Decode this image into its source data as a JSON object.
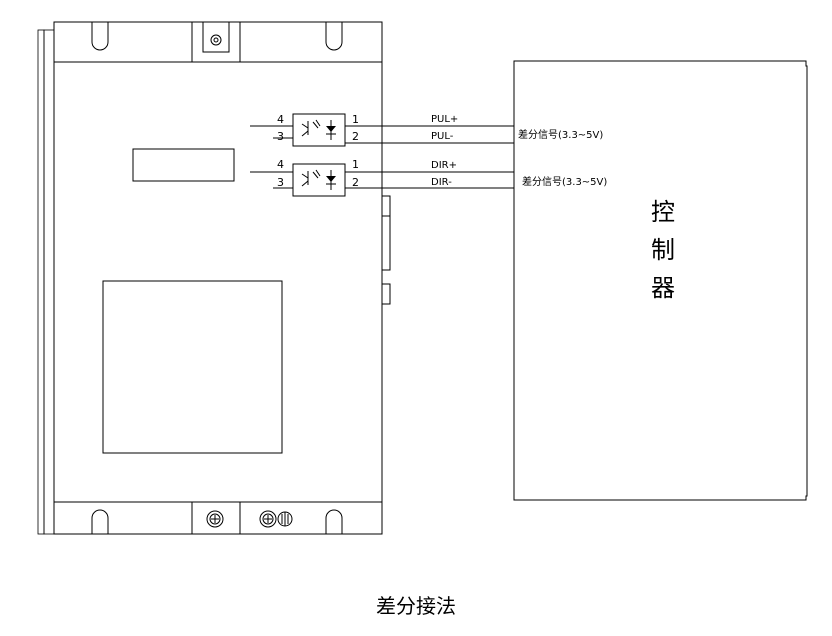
{
  "driver": {
    "channels": [
      {
        "pin_a": "4",
        "pin_b": "3",
        "pin_c": "1",
        "pin_d": "2"
      },
      {
        "pin_a": "4",
        "pin_b": "3",
        "pin_c": "1",
        "pin_d": "2"
      }
    ]
  },
  "signals": [
    {
      "label": "PUL+"
    },
    {
      "label": "PUL-"
    },
    {
      "label": "DIR+"
    },
    {
      "label": "DIR-"
    }
  ],
  "controller": {
    "title_chars": [
      "控",
      "制",
      "器"
    ],
    "input_labels": [
      "差分信号(3.3~5V)",
      "差分信号(3.3~5V)"
    ]
  },
  "caption": "差分接法"
}
